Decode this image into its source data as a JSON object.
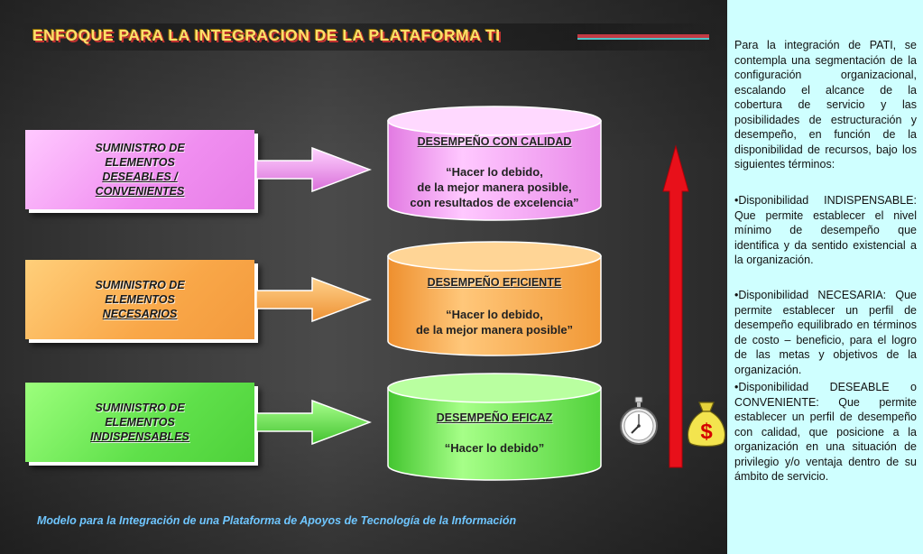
{
  "title": "ENFOQUE PARA LA INTEGRACION DE LA PLATAFORMA TI",
  "boxes": {
    "deseables": {
      "line1": "SUMINISTRO DE",
      "line2": "ELEMENTOS",
      "line3": "DESEABLES /",
      "line4": "CONVENIENTES"
    },
    "necesarios": {
      "line1": "SUMINISTRO DE",
      "line2": "ELEMENTOS",
      "line3": "NECESARIOS"
    },
    "indispensables": {
      "line1": "SUMINISTRO DE",
      "line2": "ELEMENTOS",
      "line3": "INDISPENSABLES"
    }
  },
  "cylinders": {
    "calidad": {
      "heading": "DESEMPEÑO CON CALIDAD",
      "line1": "“Hacer lo debido,",
      "line2": "de la mejor manera posible,",
      "line3": "con resultados de excelencia”"
    },
    "eficiente": {
      "heading": "DESEMPEÑO EFICIENTE",
      "line1": "“Hacer lo debido,",
      "line2": "de la mejor manera posible”"
    },
    "eficaz": {
      "heading": "DESEMPEÑO EFICAZ",
      "line1": "“Hacer lo debido”"
    }
  },
  "caption": "Modelo para la Integración de una Plataforma de Apoyos de Tecnología de la Información",
  "side_panel": {
    "intro": "Para la integración de PATI, se contempla una segmentación de la configuración organizacional, escalando el alcance de la cobertura de servicio y las posibilidades de estructuración y desempeño, en función de la disponibilidad de recursos, bajo los siguientes términos:",
    "bullet1": "•Disponibilidad INDISPENSABLE: Que permite establecer el nivel mínimo de desempeño que identifica y da sentido existencial a la organización.",
    "bullet2": "•Disponibilidad NECESARIA: Que permite establecer un perfil de desempeño equilibrado en términos de costo – beneficio, para el logro de las metas y objetivos de la organización.",
    "bullet3": "•Disponibilidad DESEABLE o CONVENIENTE: Que permite establecer un perfil de desempeño con calidad, que posicione a la organización en una situación de privilegio y/o ventaja dentro de su ámbito de servicio."
  },
  "icons": {
    "stopwatch": "stopwatch-icon",
    "money_bag": "money-bag-icon",
    "money_bag_symbol": "$"
  },
  "colors": {
    "title": "#ffe06a",
    "deseables": "#f08ef0",
    "necesarios": "#f9a748",
    "indispensables": "#5fe04a",
    "progress_arrow": "#e8101a",
    "side_panel_bg": "#cfffff",
    "caption": "#6fc6ff"
  }
}
